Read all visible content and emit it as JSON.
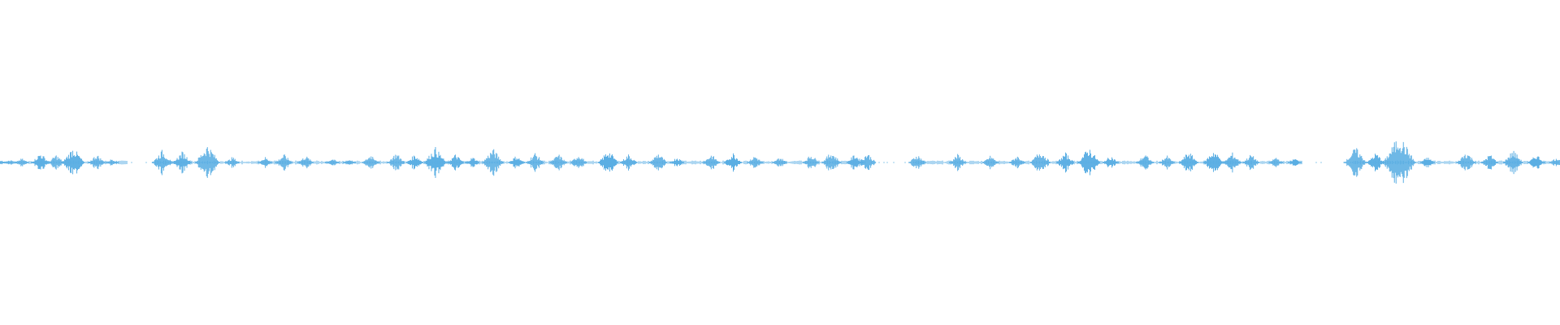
{
  "waveform": {
    "color": "#5aaee3",
    "background": "#ffffff",
    "bursts": [
      {
        "t": 0.0,
        "a": 0.1
      },
      {
        "t": 0.006,
        "a": 0.12
      },
      {
        "t": 0.014,
        "a": 0.15
      },
      {
        "t": 0.026,
        "a": 0.35
      },
      {
        "t": 0.036,
        "a": 0.28
      },
      {
        "t": 0.047,
        "a": 0.55
      },
      {
        "t": 0.062,
        "a": 0.3
      },
      {
        "t": 0.072,
        "a": 0.15
      },
      {
        "t": 0.104,
        "a": 0.45
      },
      {
        "t": 0.117,
        "a": 0.4
      },
      {
        "t": 0.133,
        "a": 0.65
      },
      {
        "t": 0.149,
        "a": 0.2
      },
      {
        "t": 0.17,
        "a": 0.2
      },
      {
        "t": 0.182,
        "a": 0.3
      },
      {
        "t": 0.196,
        "a": 0.25
      },
      {
        "t": 0.213,
        "a": 0.15
      },
      {
        "t": 0.224,
        "a": 0.12
      },
      {
        "t": 0.238,
        "a": 0.3
      },
      {
        "t": 0.254,
        "a": 0.35
      },
      {
        "t": 0.266,
        "a": 0.3
      },
      {
        "t": 0.279,
        "a": 0.55
      },
      {
        "t": 0.292,
        "a": 0.3
      },
      {
        "t": 0.303,
        "a": 0.2
      },
      {
        "t": 0.316,
        "a": 0.5
      },
      {
        "t": 0.331,
        "a": 0.25
      },
      {
        "t": 0.343,
        "a": 0.35
      },
      {
        "t": 0.358,
        "a": 0.3
      },
      {
        "t": 0.371,
        "a": 0.3
      },
      {
        "t": 0.39,
        "a": 0.45
      },
      {
        "t": 0.403,
        "a": 0.3
      },
      {
        "t": 0.422,
        "a": 0.35
      },
      {
        "t": 0.434,
        "a": 0.2
      },
      {
        "t": 0.456,
        "a": 0.3
      },
      {
        "t": 0.47,
        "a": 0.35
      },
      {
        "t": 0.484,
        "a": 0.25
      },
      {
        "t": 0.5,
        "a": 0.2
      },
      {
        "t": 0.52,
        "a": 0.3
      },
      {
        "t": 0.533,
        "a": 0.4
      },
      {
        "t": 0.548,
        "a": 0.3
      },
      {
        "t": 0.556,
        "a": 0.35
      },
      {
        "t": 0.588,
        "a": 0.3
      },
      {
        "t": 0.614,
        "a": 0.3
      },
      {
        "t": 0.635,
        "a": 0.25
      },
      {
        "t": 0.652,
        "a": 0.25
      },
      {
        "t": 0.667,
        "a": 0.45
      },
      {
        "t": 0.683,
        "a": 0.35
      },
      {
        "t": 0.698,
        "a": 0.55
      },
      {
        "t": 0.712,
        "a": 0.25
      },
      {
        "t": 0.734,
        "a": 0.3
      },
      {
        "t": 0.748,
        "a": 0.25
      },
      {
        "t": 0.762,
        "a": 0.4
      },
      {
        "t": 0.778,
        "a": 0.45
      },
      {
        "t": 0.79,
        "a": 0.35
      },
      {
        "t": 0.802,
        "a": 0.3
      },
      {
        "t": 0.818,
        "a": 0.2
      },
      {
        "t": 0.83,
        "a": 0.15
      },
      {
        "t": 0.869,
        "a": 0.55
      },
      {
        "t": 0.882,
        "a": 0.35
      },
      {
        "t": 0.897,
        "a": 1.0
      },
      {
        "t": 0.915,
        "a": 0.2
      },
      {
        "t": 0.94,
        "a": 0.4
      },
      {
        "t": 0.955,
        "a": 0.3
      },
      {
        "t": 0.97,
        "a": 0.45
      },
      {
        "t": 0.985,
        "a": 0.3
      },
      {
        "t": 0.998,
        "a": 0.2
      }
    ]
  }
}
